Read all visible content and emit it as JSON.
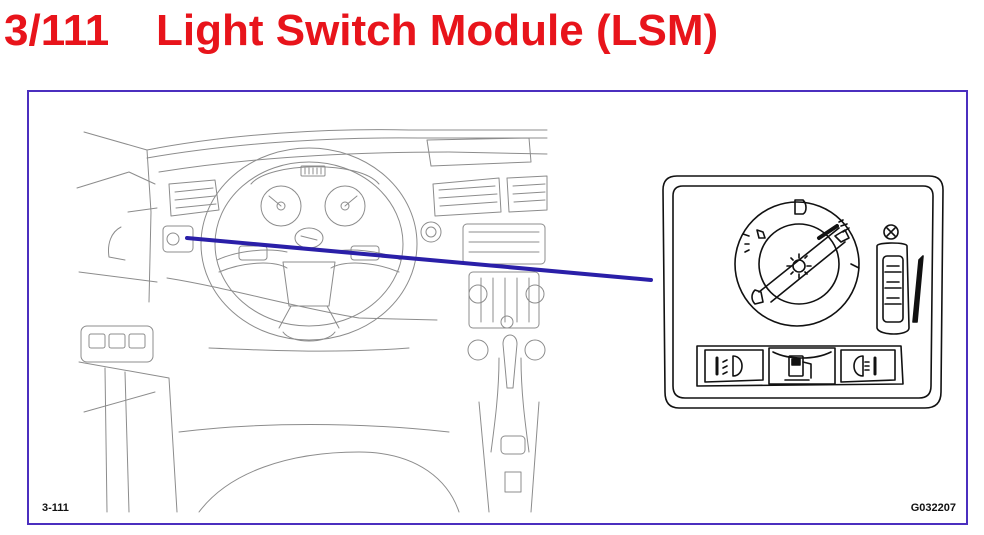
{
  "header": {
    "figure_number": "3/111",
    "title": "Light Switch Module (LSM)",
    "color": "#e8141b"
  },
  "figure": {
    "frame_color": "#4b2fbf",
    "leader_color": "#2a1fa8",
    "codes": {
      "left": "3-111",
      "right": "G032207"
    },
    "icons": [
      "dashboard-illustration",
      "steering-wheel-icon",
      "instrument-cluster-icon",
      "light-switch-module-icon",
      "headlight-rotary-knob-icon",
      "dimmer-thumbwheel-icon",
      "front-fog-light-button-icon",
      "fuel-filler-button-icon",
      "rear-fog-light-button-icon"
    ]
  }
}
